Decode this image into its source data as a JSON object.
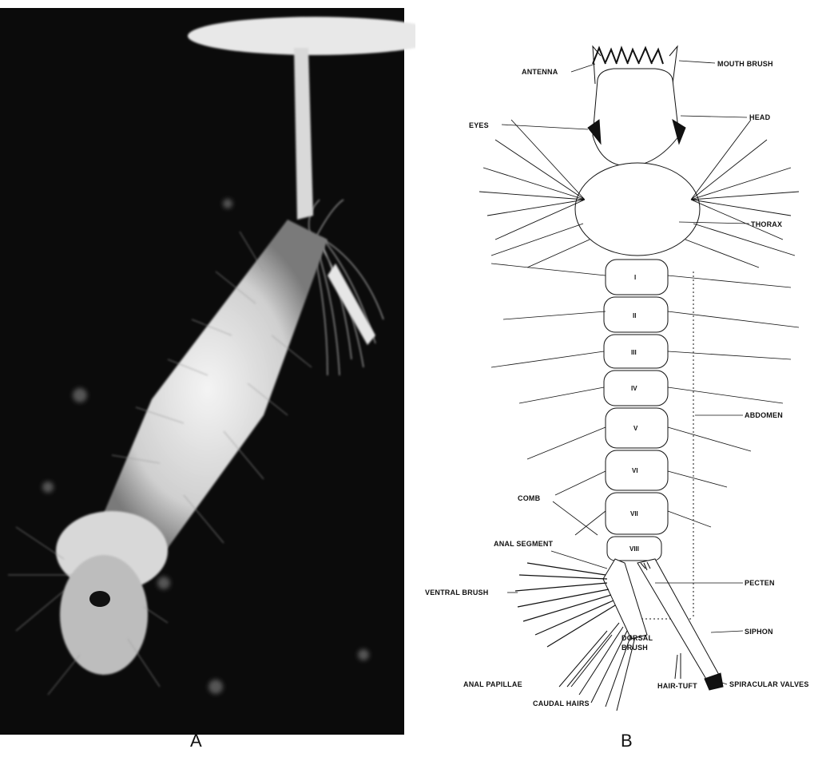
{
  "panels": {
    "a": {
      "caption": "A"
    },
    "b": {
      "caption": "B"
    }
  },
  "labels": {
    "antenna": "ANTENNA",
    "mouth_brush": "MOUTH BRUSH",
    "eyes": "EYES",
    "head": "HEAD",
    "thorax": "THORAX",
    "abdomen": "ABDOMEN",
    "comb": "COMB",
    "anal_segment": "ANAL SEGMENT",
    "pecten": "PECTEN",
    "ventral_brush": "VENTRAL BRUSH",
    "siphon": "SIPHON",
    "dorsal_brush_1": "DORSAL",
    "dorsal_brush_2": "BRUSH",
    "anal_papillae": "ANAL PAPILLAE",
    "hair_tuft": "HAIR-TUFT",
    "spiracular_valves": "SPIRACULAR VALVES",
    "caudal_hairs": "CAUDAL HAIRS"
  },
  "segments": [
    "I",
    "II",
    "III",
    "IV",
    "V",
    "VI",
    "VII",
    "VIII"
  ]
}
